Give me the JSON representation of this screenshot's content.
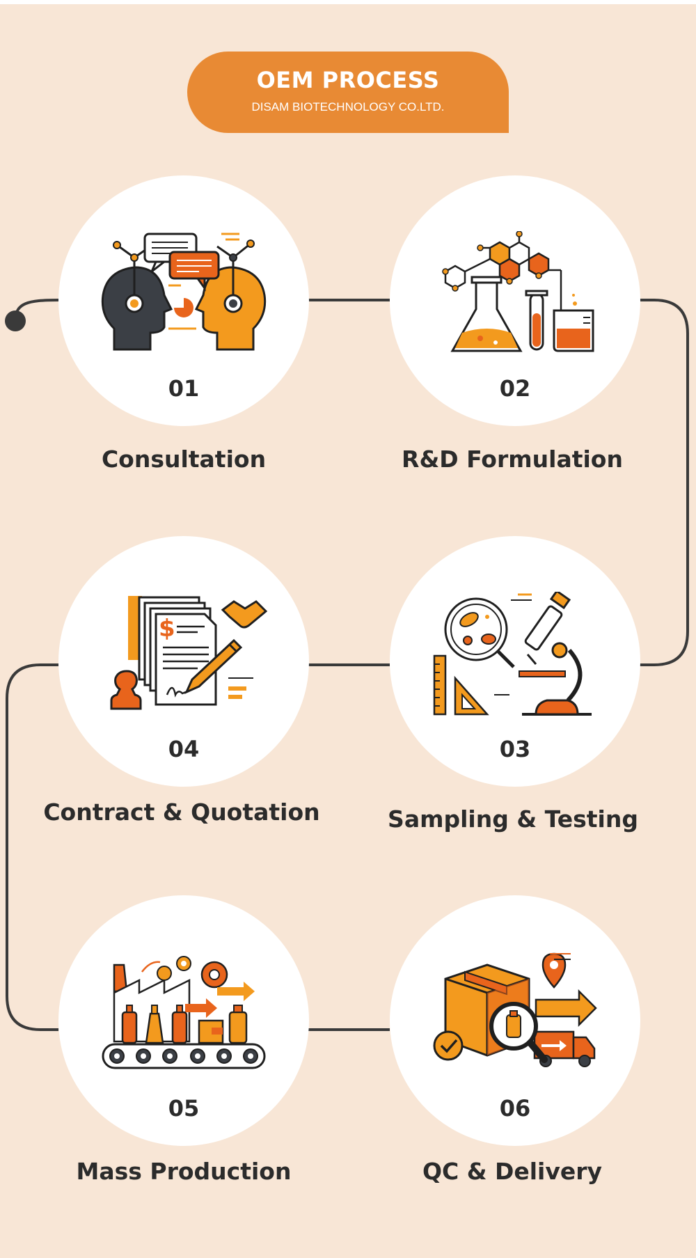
{
  "header": {
    "title": "OEM PROCESS",
    "subtitle": "DISAM BIOTECHNOLOGY CO.LTD."
  },
  "steps": [
    {
      "number": "01",
      "label": "Consultation",
      "icon": "consultation-icon"
    },
    {
      "number": "02",
      "label": "R&D Formulation",
      "icon": "lab-flask-icon"
    },
    {
      "number": "03",
      "label": "Sampling & Testing",
      "icon": "microscope-icon"
    },
    {
      "number": "04",
      "label": "Contract & Quotation",
      "icon": "contract-icon"
    },
    {
      "number": "05",
      "label": "Mass Production",
      "icon": "factory-conveyor-icon"
    },
    {
      "number": "06",
      "label": "QC & Delivery",
      "icon": "delivery-box-icon"
    }
  ],
  "colors": {
    "background": "#f8e6d6",
    "accent": "#e88a34",
    "dark": "#2b2b2b",
    "orange": "#f39a1e",
    "deep_orange": "#e8641c"
  }
}
